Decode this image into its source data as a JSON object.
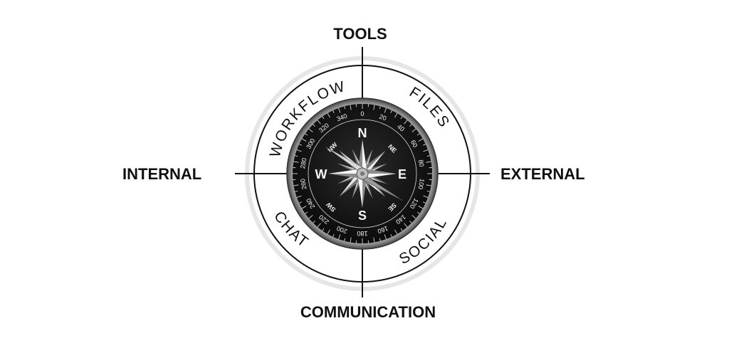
{
  "axes": {
    "top": "TOOLS",
    "left": "INTERNAL",
    "right": "EXTERNAL",
    "bottom": "COMMUNICATION"
  },
  "quadrants": {
    "top_left": "WORKFLOW",
    "top_right": "FILES",
    "bottom_left": "CHAT",
    "bottom_right": "SOCIAL"
  },
  "compass": {
    "major": {
      "n": "N",
      "e": "E",
      "s": "S",
      "w": "W"
    },
    "minor": {
      "ne": "NE",
      "se": "SE",
      "sw": "SW",
      "nw": "NW"
    },
    "degree_labels": [
      "0",
      "20",
      "40",
      "60",
      "80",
      "100",
      "120",
      "140",
      "160",
      "180",
      "200",
      "220",
      "240",
      "260",
      "280",
      "300",
      "320",
      "340"
    ]
  },
  "colors": {
    "ink": "#111111",
    "dial": "#1a1a1a",
    "line": "#111111"
  }
}
